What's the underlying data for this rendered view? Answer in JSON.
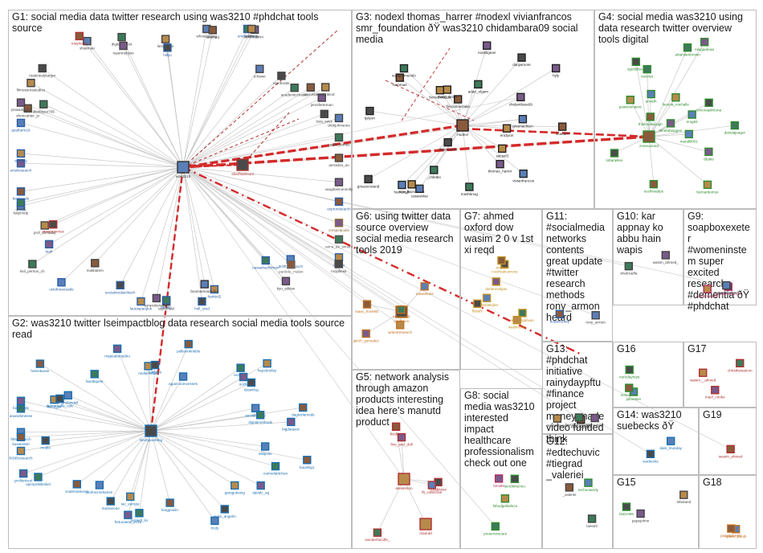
{
  "groups": [
    {
      "id": "G1",
      "title": "G1: social media data twitter research using was3210 #phdchat tools source"
    },
    {
      "id": "G2",
      "title": "G2: was3210 twitter lseimpactblog data research social media tools source read"
    },
    {
      "id": "G3",
      "title": "G3: nodexl thomas_harrer #nodexl vivianfrancos smr_foundation ðŸ was3210 chidambara09 social media"
    },
    {
      "id": "G4",
      "title": "G4: social media was3210 using data research twitter overview tools digital"
    },
    {
      "id": "G5",
      "title": "G5: network analysis through amazon products interesting idea here's manutd product"
    },
    {
      "id": "G6",
      "title": "G6: using twitter data source overview social media research tools 2019"
    },
    {
      "id": "G7",
      "title": "G7: ahmed oxford dow wasim 2 0 v 1st xi reqd"
    },
    {
      "id": "G8",
      "title": "G8: social media was3210 interested impact healthcare professionalism check out one"
    },
    {
      "id": "G9",
      "title": "G9: soapboxexeter #womeninstem super excited research #dementia ðŸ #phdchat"
    },
    {
      "id": "G10",
      "title": "G10: kar appnay ko abbu hain wapis"
    },
    {
      "id": "G11",
      "title": "G11: #socialmedia networks contents great update #twitter research methods rony_armon heard"
    },
    {
      "id": "G12",
      "title": "G12: #edtechuvic #tiegrad _valeriei"
    },
    {
      "id": "G13",
      "title": "G13: #phdchat initiative rainydaypftu #finance project money made video funded think"
    },
    {
      "id": "G14",
      "title": "G14: was3210 suebecks ðŸ"
    },
    {
      "id": "G15",
      "title": "G15"
    },
    {
      "id": "G16",
      "title": "G16"
    },
    {
      "id": "G17",
      "title": "G17"
    },
    {
      "id": "G18",
      "title": "G18"
    },
    {
      "id": "G19",
      "title": "G19"
    }
  ],
  "nodes": [
    {
      "label": "was3210",
      "g": "G1",
      "c": "#333333"
    },
    {
      "label": "ezproresearch",
      "g": "G1",
      "c": "#2b5fa8"
    },
    {
      "label": "anna_de_simoni",
      "g": "G1",
      "c": "#555555"
    },
    {
      "label": "crespelpodle",
      "g": "G1",
      "c": "#8a6d3b"
    },
    {
      "label": "cbepay",
      "g": "G1",
      "c": "#2b5fa8"
    },
    {
      "label": "mojolless",
      "g": "G1",
      "c": "#444444"
    },
    {
      "label": "dchft_research",
      "g": "G1",
      "c": "#2b5fa8"
    },
    {
      "label": "pardola_malan",
      "g": "G1",
      "c": "#666666"
    },
    {
      "label": "nassahachilman",
      "g": "G1",
      "c": "#2b5fa8"
    },
    {
      "label": "kyu_adrian",
      "g": "G1",
      "c": "#444444"
    },
    {
      "label": "hartled2",
      "g": "G1",
      "c": "#2b5fa8"
    },
    {
      "label": "holl_umd",
      "g": "G1",
      "c": "#2b5fa8"
    },
    {
      "label": "boumamourturk4",
      "g": "G1",
      "c": "#333333"
    },
    {
      "label": "taylorhael",
      "g": "G1",
      "c": "#444444"
    },
    {
      "label": "tcnesh",
      "g": "G1",
      "c": "#2b5fa8"
    },
    {
      "label": "asrarubersaleh",
      "g": "G1",
      "c": "#444444"
    },
    {
      "label": "lauraspanjtuk",
      "g": "G1",
      "c": "#2b5fa8"
    },
    {
      "label": "socialmediachlach",
      "g": "G1",
      "c": "#2b5fa8"
    },
    {
      "label": "uniofnewcastle",
      "g": "G1",
      "c": "#2b5fa8"
    },
    {
      "label": "malibatem",
      "g": "G1",
      "c": "#444444"
    },
    {
      "label": "ksil_person_ch",
      "g": "G1",
      "c": "#444444"
    },
    {
      "label": "tsah",
      "g": "G1",
      "c": "#2b5fa8"
    },
    {
      "label": "prof_chrisday",
      "g": "G1",
      "c": "#444444"
    },
    {
      "label": "grawgravmac",
      "g": "G1",
      "c": "#b03030"
    },
    {
      "label": "katymotp",
      "g": "G1",
      "c": "#444444"
    },
    {
      "label": "benbendo",
      "g": "G1",
      "c": "#2b5fa8"
    },
    {
      "label": "umrda",
      "g": "G1",
      "c": "#2b5fa8"
    },
    {
      "label": "umdresearch",
      "g": "G1",
      "c": "#2b5fa8"
    },
    {
      "label": "walejay",
      "g": "G1",
      "c": "#2b5fa8"
    },
    {
      "label": "sharftsalmunl",
      "g": "G1",
      "c": "#b03030"
    },
    {
      "label": "paulfarm18",
      "g": "G1",
      "c": "#2b5fa8"
    },
    {
      "label": "shoncanter_jo",
      "g": "G1",
      "c": "#444444"
    },
    {
      "label": "alanfayez795",
      "g": "G1",
      "c": "#444444"
    },
    {
      "label": "prasadduch",
      "g": "G1",
      "c": "#444444"
    },
    {
      "label": "filmuseresstudies",
      "g": "G1",
      "c": "#444444"
    },
    {
      "label": "maleriealytarger",
      "g": "G1",
      "c": "#444444"
    },
    {
      "label": "shakmao",
      "g": "G1",
      "c": "#444444"
    },
    {
      "label": "roaynetlet",
      "g": "G1",
      "c": "#b03030"
    },
    {
      "label": "digitalbellnet",
      "g": "G1",
      "c": "#444444"
    },
    {
      "label": "rayannabyss",
      "g": "G1",
      "c": "#444444"
    },
    {
      "label": "liesepattle",
      "g": "G1",
      "c": "#444444"
    },
    {
      "label": "hillyu",
      "g": "G1",
      "c": "#2b5fa8"
    },
    {
      "label": "whosaistaag",
      "g": "G1",
      "c": "#444444"
    },
    {
      "label": "selerted",
      "g": "G1",
      "c": "#444444"
    },
    {
      "label": "umdscience",
      "g": "G1",
      "c": "#2b5fa8"
    },
    {
      "label": "cmmdaren",
      "g": "G1",
      "c": "#444444"
    },
    {
      "label": "gellibrary",
      "g": "G1",
      "c": "#444444"
    },
    {
      "label": "alanfroder",
      "g": "G1",
      "c": "#444444"
    },
    {
      "label": "tchawe",
      "g": "G1",
      "c": "#444444"
    },
    {
      "label": "munmia",
      "g": "G1",
      "c": "#444444"
    },
    {
      "label": "academicchatter",
      "g": "G1",
      "c": "#444444"
    },
    {
      "label": "jenniferteman",
      "g": "G1",
      "c": "#444444"
    },
    {
      "label": "studentsnd",
      "g": "G1",
      "c": "#444444"
    },
    {
      "label": "tara_savs",
      "g": "G1",
      "c": "#444444"
    },
    {
      "label": "drdnjohnsone",
      "g": "G1",
      "c": "#444444"
    },
    {
      "label": "aeroidza_au",
      "g": "G1",
      "c": "#444444"
    },
    {
      "label": "castle_bones",
      "g": "G1",
      "c": "#444444"
    },
    {
      "label": "vaughanconnolly",
      "g": "G1",
      "c": "#444444"
    },
    {
      "label": "smr_foundation",
      "g": "G3",
      "c": "#222222"
    },
    {
      "label": "drammaski",
      "g": "G3",
      "c": "#222222"
    },
    {
      "label": "casswelse",
      "g": "G3",
      "c": "#222222"
    },
    {
      "label": "thecuriouslake",
      "g": "G3",
      "c": "#222222"
    },
    {
      "label": "mashtinug",
      "g": "G3",
      "c": "#222222"
    },
    {
      "label": "chidambara09",
      "g": "G3",
      "c": "#222222"
    },
    {
      "label": "sacsel3",
      "g": "G3",
      "c": "#222222"
    },
    {
      "label": "gmacecotand",
      "g": "G3",
      "c": "#222222"
    },
    {
      "label": "vivianfrancos",
      "g": "G3",
      "c": "#222222"
    },
    {
      "label": "nammas",
      "g": "G3",
      "c": "#222222"
    },
    {
      "label": "_chletbo",
      "g": "G3",
      "c": "#222222"
    },
    {
      "label": "thomas_harrer",
      "g": "G3",
      "c": "#222222"
    },
    {
      "label": "benedictallus",
      "g": "G3",
      "c": "#222222"
    },
    {
      "label": "danjwmore",
      "g": "G3",
      "c": "#222222"
    },
    {
      "label": "greenachten",
      "g": "G3",
      "c": "#222222"
    },
    {
      "label": "nodexl",
      "g": "G3",
      "c": "#222222"
    },
    {
      "label": "adan_elgam",
      "g": "G3",
      "c": "#222222"
    },
    {
      "label": "noaldigean",
      "g": "G3",
      "c": "#222222"
    },
    {
      "label": "marc_smith",
      "g": "G3",
      "c": "#222222"
    },
    {
      "label": "tjslyon",
      "g": "G3",
      "c": "#222222"
    },
    {
      "label": "hamansjh",
      "g": "G3",
      "c": "#222222"
    },
    {
      "label": "scaeder",
      "g": "G3",
      "c": "#222222"
    },
    {
      "label": "subacomucolo",
      "g": "G3",
      "c": "#222222"
    },
    {
      "label": "hyly",
      "g": "G3",
      "c": "#222222"
    },
    {
      "label": "ericlyion",
      "g": "G3",
      "c": "#222222"
    },
    {
      "label": "lottariellen",
      "g": "G4",
      "c": "#2e8b2e"
    },
    {
      "label": "mandili001",
      "g": "G4",
      "c": "#2e8b2e"
    },
    {
      "label": "thinkoutlauugh",
      "g": "G4",
      "c": "#2e8b2e"
    },
    {
      "label": "vazzles",
      "g": "G4",
      "c": "#2e8b2e"
    },
    {
      "label": "lanefabioggen",
      "g": "G4",
      "c": "#2e8b2e"
    },
    {
      "label": "bernardemus",
      "g": "G4",
      "c": "#2e8b2e"
    },
    {
      "label": "simonaplimona",
      "g": "G4",
      "c": "#2e8b2e"
    },
    {
      "label": "amvdh",
      "g": "G4",
      "c": "#2e8b2e"
    },
    {
      "label": "zoneuomed",
      "g": "G4",
      "c": "#2e8b2e"
    },
    {
      "label": "arlamlambrown",
      "g": "G4",
      "c": "#2e8b2e"
    },
    {
      "label": "cllpike",
      "g": "G4",
      "c": "#2e8b2e"
    },
    {
      "label": "lavoria_michalle",
      "g": "G4",
      "c": "#2e8b2e"
    },
    {
      "label": "sgutildisco",
      "g": "G4",
      "c": "#2e8b2e"
    },
    {
      "label": "emg84",
      "g": "G4",
      "c": "#2e8b2e"
    },
    {
      "label": "suchlnadips",
      "g": "G4",
      "c": "#2e8b2e"
    },
    {
      "label": "davidajeager",
      "g": "G4",
      "c": "#2e8b2e"
    },
    {
      "label": "nilugaalnavi",
      "g": "G4",
      "c": "#2e8b2e"
    },
    {
      "label": "pusteoenaent",
      "g": "G4",
      "c": "#2e8b2e"
    },
    {
      "label": "lseimpactblog",
      "g": "G2",
      "c": "#1a6fb0"
    },
    {
      "label": "elliiposs",
      "g": "G2",
      "c": "#1a6fb0"
    },
    {
      "label": "kaushig1",
      "g": "G2",
      "c": "#1a6fb0"
    },
    {
      "label": "carmelabtchen",
      "g": "G2",
      "c": "#1a6fb0"
    },
    {
      "label": "davidc_ag",
      "g": "G2",
      "c": "#1a6fb0"
    },
    {
      "label": "garagulvang",
      "g": "G2",
      "c": "#1a6fb0"
    },
    {
      "label": "pratn_angelm",
      "g": "G2",
      "c": "#1a6fb0"
    },
    {
      "label": "lrcdy",
      "g": "G2",
      "c": "#1a6fb0"
    },
    {
      "label": "kingpoolin",
      "g": "G2",
      "c": "#1a6fb0"
    },
    {
      "label": "protedl_lin",
      "g": "G2",
      "c": "#1a6fb0"
    },
    {
      "label": "fortunatea_2015",
      "g": "G2",
      "c": "#1a6fb0"
    },
    {
      "label": "iac_europe",
      "g": "G2",
      "c": "#1a6fb0"
    },
    {
      "label": "mazacione",
      "g": "G2",
      "c": "#1a6fb0"
    },
    {
      "label": "profnicmohamm",
      "g": "G2",
      "c": "#1a6fb0"
    },
    {
      "label": "scabrinalicoes",
      "g": "G2",
      "c": "#1a6fb0"
    },
    {
      "label": "openpolldeskel",
      "g": "G2",
      "c": "#1a6fb0"
    },
    {
      "label": "profiorincel",
      "g": "G2",
      "c": "#1a6fb0"
    },
    {
      "label": "lh365research",
      "g": "G2",
      "c": "#1a6fb0"
    },
    {
      "label": "modlo",
      "g": "G2",
      "c": "#1a6fb0"
    },
    {
      "label": "fi55research",
      "g": "G2",
      "c": "#1a6fb0"
    },
    {
      "label": "kasatrdsel",
      "g": "G2",
      "c": "#1a6fb0"
    },
    {
      "label": "anandtimesss",
      "g": "G2",
      "c": "#1a6fb0"
    },
    {
      "label": "bamfeltss",
      "g": "G2",
      "c": "#1a6fb0"
    },
    {
      "label": "fiscol_jer",
      "g": "G2",
      "c": "#1a6fb0"
    },
    {
      "label": "demografia_calc",
      "g": "G2",
      "c": "#1a6fb0"
    },
    {
      "label": "leighwandell",
      "g": "G2",
      "c": "#1a6fb0"
    },
    {
      "label": "helenbaran",
      "g": "G2",
      "c": "#1a6fb0"
    },
    {
      "label": "faudtapete",
      "g": "G2",
      "c": "#1a6fb0"
    },
    {
      "label": "mapeatlanadeu",
      "g": "G2",
      "c": "#1a6fb0"
    },
    {
      "label": "multimediah",
      "g": "G2",
      "c": "#1a6fb0"
    },
    {
      "label": "rutmiles",
      "g": "G2",
      "c": "#1a6fb0"
    },
    {
      "label": "agaecoomvesses",
      "g": "G2",
      "c": "#1a6fb0"
    },
    {
      "label": "pelliannkrisble",
      "g": "G2",
      "c": "#1a6fb0"
    },
    {
      "label": "rechotlic",
      "g": "G2",
      "c": "#1a6fb0"
    },
    {
      "label": "uochi",
      "g": "G2",
      "c": "#1a6fb0"
    },
    {
      "label": "hepcbrolley",
      "g": "G2",
      "c": "#1a6fb0"
    },
    {
      "label": "tbasirlog",
      "g": "G2",
      "c": "#1a6fb0"
    },
    {
      "label": "socialbiebse",
      "g": "G2",
      "c": "#1a6fb0"
    },
    {
      "label": "dagicelamods",
      "g": "G2",
      "c": "#1a6fb0"
    },
    {
      "label": "digitalmethods",
      "g": "G2",
      "c": "#1a6fb0"
    },
    {
      "label": "bigdatasoc",
      "g": "G2",
      "c": "#1a6fb0"
    },
    {
      "label": "alexterson",
      "g": "G5",
      "c": "#b03030"
    },
    {
      "label": "cotabitese",
      "g": "G5",
      "c": "#b03030"
    },
    {
      "label": "fb_collective",
      "g": "G5",
      "c": "#b03030"
    },
    {
      "label": "fictdron",
      "g": "G5",
      "c": "#b03030"
    },
    {
      "label": "wonderfulcdfe_",
      "g": "G5",
      "c": "#b03030"
    },
    {
      "label": "fine_and_doll",
      "g": "G5",
      "c": "#b03030"
    },
    {
      "label": "manutd",
      "g": "G5",
      "c": "#b03030"
    },
    {
      "label": "pedroica",
      "g": "G6",
      "c": "#c07020"
    },
    {
      "label": "nassekreis",
      "g": "G6",
      "c": "#c07020"
    },
    {
      "label": "isaac_hovelsh",
      "g": "G6",
      "c": "#c07020"
    },
    {
      "label": "mlmacon8",
      "g": "G6",
      "c": "#c07020"
    },
    {
      "label": "jalrch_gonzalez",
      "g": "G6",
      "c": "#c07020"
    },
    {
      "label": "write4research",
      "g": "G6",
      "c": "#c07020"
    },
    {
      "label": "coolmaticarrons",
      "g": "G7",
      "c": "#c09020"
    },
    {
      "label": "mydshdstuiter",
      "g": "G7",
      "c": "#c09020"
    },
    {
      "label": "andfaa",
      "g": "G7",
      "c": "#c09020"
    },
    {
      "label": "ahmedgafwan",
      "g": "G7",
      "c": "#c09020"
    },
    {
      "label": "dorlamvalpas",
      "g": "G7",
      "c": "#c09020"
    },
    {
      "label": "wasimcom",
      "g": "G7",
      "c": "#c09020"
    },
    {
      "label": "fldsafc",
      "g": "G7",
      "c": "#c09020"
    },
    {
      "label": "rony_armon",
      "g": "G11",
      "c": "#444444"
    },
    {
      "label": "busanceltey",
      "g": "G11",
      "c": "#2b5fa8"
    },
    {
      "label": "shahzadfa",
      "g": "G10",
      "c": "#444444"
    },
    {
      "label": "wasim_ahmed_",
      "g": "G10",
      "c": "#444444"
    },
    {
      "label": "catherinessib",
      "g": "G9",
      "c": "#b03060"
    },
    {
      "label": "soapboxdence",
      "g": "G9",
      "c": "#b03060"
    },
    {
      "label": "maryammsharif",
      "g": "G9",
      "c": "#444444"
    },
    {
      "label": "rainydaypftu",
      "g": "G13",
      "c": "#222222"
    },
    {
      "label": "busineesshelder",
      "g": "G13",
      "c": "#444444"
    },
    {
      "label": "rtioneduby",
      "g": "G13",
      "c": "#444444"
    },
    {
      "label": "rmfdoforward",
      "g": "G13",
      "c": "#444444"
    },
    {
      "label": "nurudayreys",
      "g": "G16",
      "c": "#2e8b2e"
    },
    {
      "label": "pilnealen",
      "g": "G16",
      "c": "#2e8b2e"
    },
    {
      "label": "schnidlers",
      "g": "G16",
      "c": "#2e8b2e"
    },
    {
      "label": "christhewatcon",
      "g": "G17",
      "c": "#b03030"
    },
    {
      "label": "mael_cooke",
      "g": "G17",
      "c": "#b03030"
    },
    {
      "label": "wasim__ahmed",
      "g": "G17",
      "c": "#b03030"
    },
    {
      "label": "suebecks",
      "g": "G14",
      "c": "#1a6fb0"
    },
    {
      "label": "dale_munday",
      "g": "G14",
      "c": "#1a6fb0"
    },
    {
      "label": "wasim_ahmed",
      "g": "G19",
      "c": "#b03030"
    },
    {
      "label": "preservescare",
      "g": "G8",
      "c": "#2e8b2e"
    },
    {
      "label": "birodle",
      "g": "G8",
      "c": "#b03060"
    },
    {
      "label": "fsbudgellatloco",
      "g": "G8",
      "c": "#2e8b2e"
    },
    {
      "label": "sierdinkenno",
      "g": "G8",
      "c": "#2e8b2e"
    },
    {
      "label": "technotandy",
      "g": "G12",
      "c": "#2e8b2e"
    },
    {
      "label": "_valeriei",
      "g": "G12",
      "c": "#444444"
    },
    {
      "label": "laestrit",
      "g": "G12",
      "c": "#444444"
    },
    {
      "label": "papejohnn",
      "g": "G15",
      "c": "#444444"
    },
    {
      "label": "tirboland",
      "g": "G15",
      "c": "#444444"
    },
    {
      "label": "fast1099",
      "g": "G15",
      "c": "#2e8b2e"
    },
    {
      "label": "spleer_booth",
      "g": "G18",
      "c": "#c07020"
    },
    {
      "label": "pamelahr001",
      "g": "G18",
      "c": "#c07020"
    }
  ]
}
